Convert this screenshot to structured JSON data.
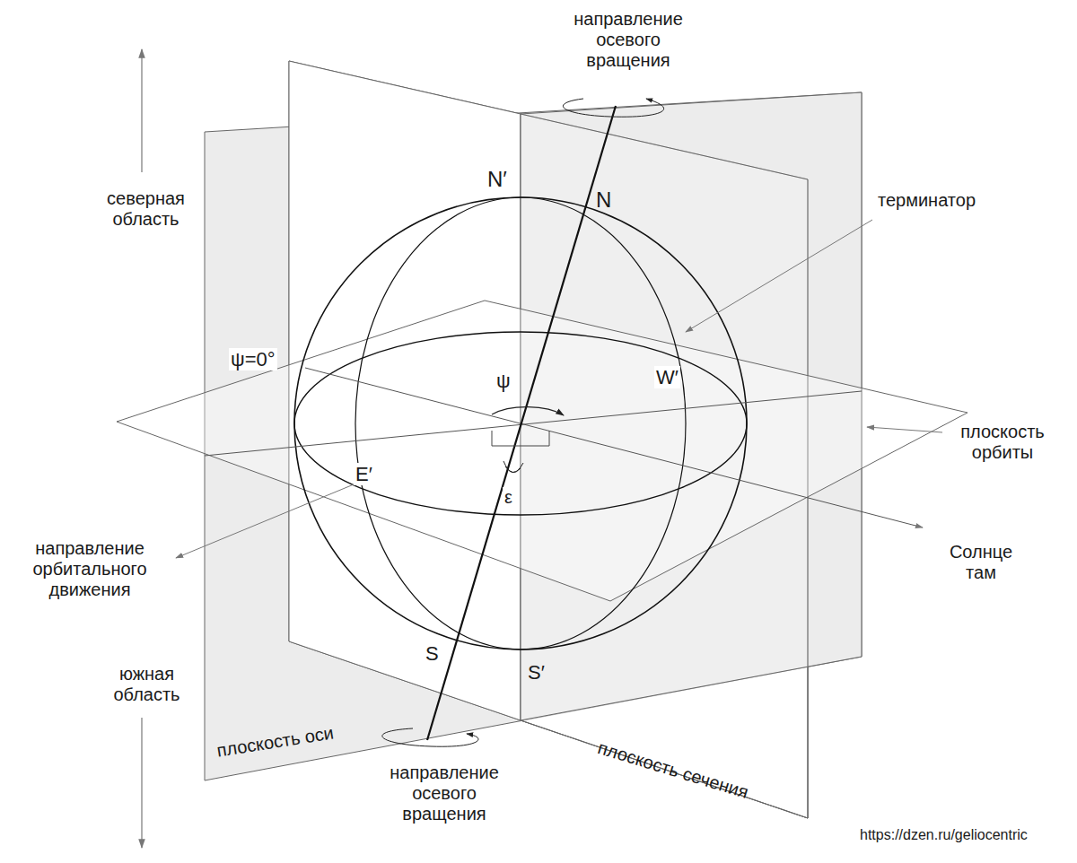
{
  "diagram": {
    "labels": [
      "направление осевого вращения",
      "северная область",
      "N′",
      "N",
      "терминатор",
      "ψ=0°",
      "ψ",
      "W′",
      "E′",
      "плоскость орбиты",
      "ε",
      "направление орбитального движения",
      "Солнце там",
      "южная область",
      "S",
      "S′",
      "плоскость оси",
      "направление осевого вращения",
      "плоскость сечения",
      "https://dzen.ru/geliocentric"
    ]
  }
}
